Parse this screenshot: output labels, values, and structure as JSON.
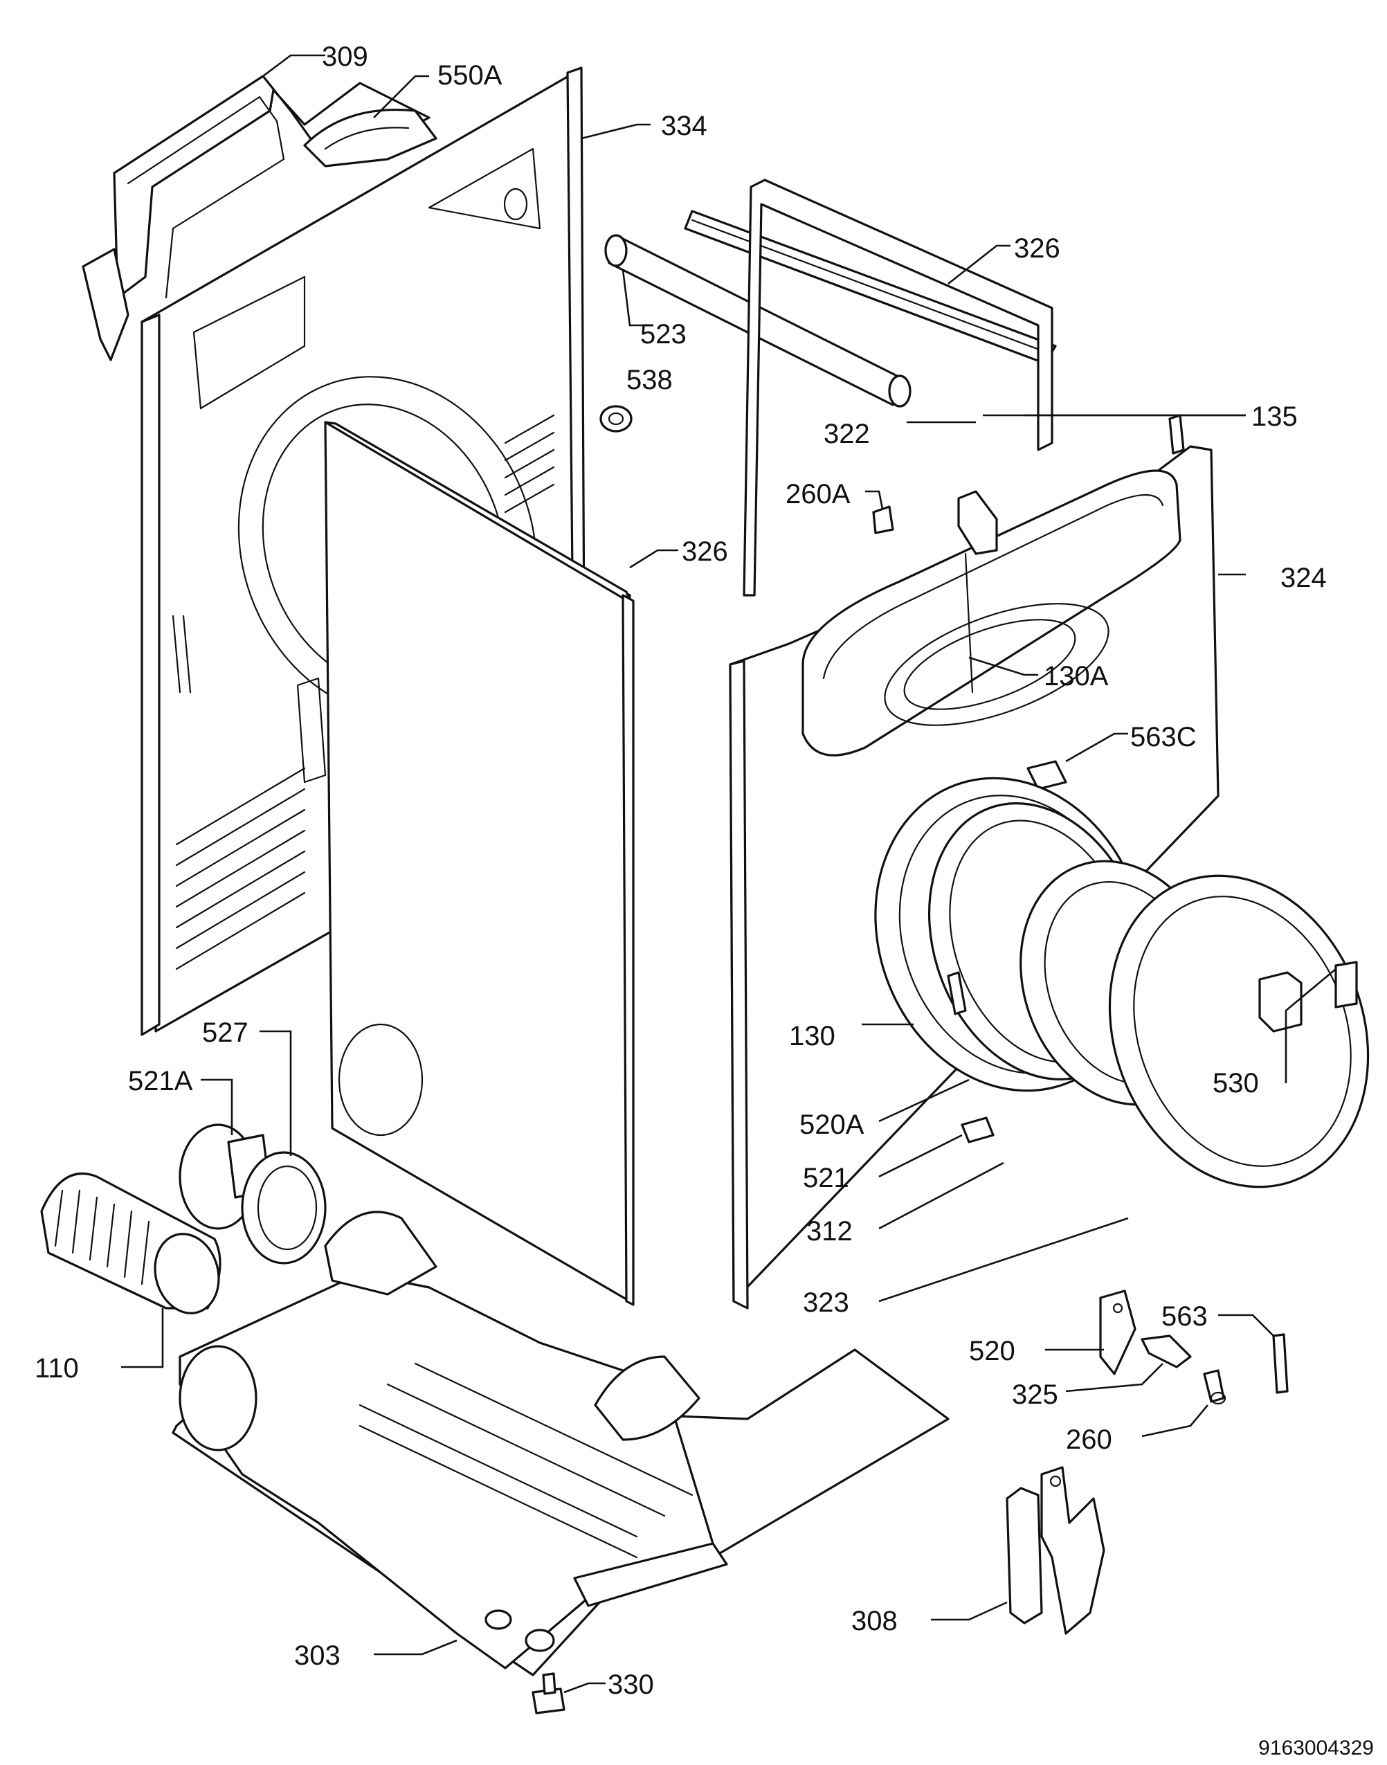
{
  "drawing_number": "9163004329",
  "callouts": [
    {
      "id": "309",
      "text": "309"
    },
    {
      "id": "550A",
      "text": "550A"
    },
    {
      "id": "334",
      "text": "334"
    },
    {
      "id": "326-top",
      "text": "326"
    },
    {
      "id": "523",
      "text": "523"
    },
    {
      "id": "538",
      "text": "538"
    },
    {
      "id": "322",
      "text": "322"
    },
    {
      "id": "135",
      "text": "135"
    },
    {
      "id": "260A",
      "text": "260A"
    },
    {
      "id": "326-mid",
      "text": "326"
    },
    {
      "id": "324",
      "text": "324"
    },
    {
      "id": "130A",
      "text": "130A"
    },
    {
      "id": "563C",
      "text": "563C"
    },
    {
      "id": "527",
      "text": "527"
    },
    {
      "id": "521A",
      "text": "521A"
    },
    {
      "id": "130",
      "text": "130"
    },
    {
      "id": "530",
      "text": "530"
    },
    {
      "id": "520A",
      "text": "520A"
    },
    {
      "id": "521",
      "text": "521"
    },
    {
      "id": "312",
      "text": "312"
    },
    {
      "id": "323",
      "text": "323"
    },
    {
      "id": "110",
      "text": "110"
    },
    {
      "id": "563",
      "text": "563"
    },
    {
      "id": "520",
      "text": "520"
    },
    {
      "id": "325",
      "text": "325"
    },
    {
      "id": "260",
      "text": "260"
    },
    {
      "id": "308",
      "text": "308"
    },
    {
      "id": "303",
      "text": "303"
    },
    {
      "id": "330",
      "text": "330"
    }
  ]
}
